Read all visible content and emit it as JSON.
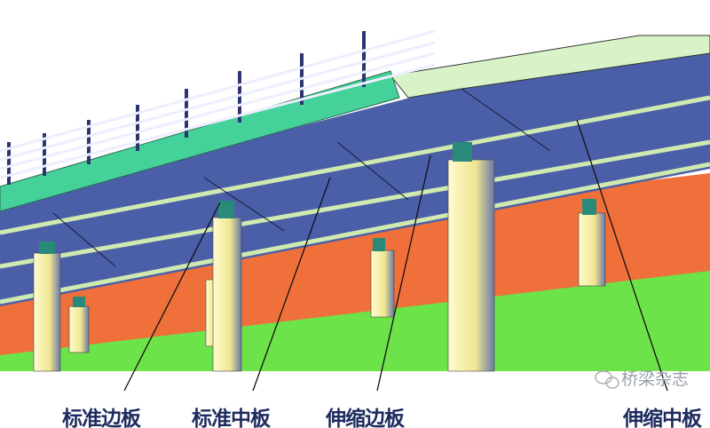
{
  "labels": {
    "standard_edge_slab": "标准边板",
    "standard_middle_slab": "标准中板",
    "expansion_edge_slab": "伸缩边板",
    "expansion_middle_slab": "伸缩中板"
  },
  "watermark": "桥梁杂志",
  "colors": {
    "ground": "#6de34a",
    "cap_wall": "#f0703c",
    "deck_underside": "#4a5fa8",
    "parapet": "#45d29a",
    "column": "#f2eea0",
    "label": "#1d2b5e"
  }
}
